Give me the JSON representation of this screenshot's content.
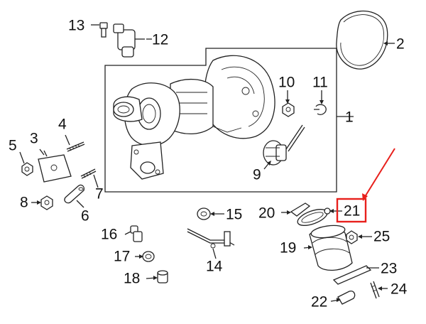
{
  "callouts": {
    "c1": "1",
    "c2": "2",
    "c3": "3",
    "c4": "4",
    "c5": "5",
    "c6": "6",
    "c7": "7",
    "c8": "8",
    "c9": "9",
    "c10": "10",
    "c11": "11",
    "c12": "12",
    "c13": "13",
    "c14": "14",
    "c15": "15",
    "c16": "16",
    "c17": "17",
    "c18": "18",
    "c19": "19",
    "c20": "20",
    "c21": "21",
    "c22": "22",
    "c23": "23",
    "c24": "24",
    "c25": "25"
  },
  "highlight": {
    "part": "21",
    "color": "#e8201c"
  },
  "colors": {
    "line": "#222222",
    "background": "#ffffff"
  }
}
